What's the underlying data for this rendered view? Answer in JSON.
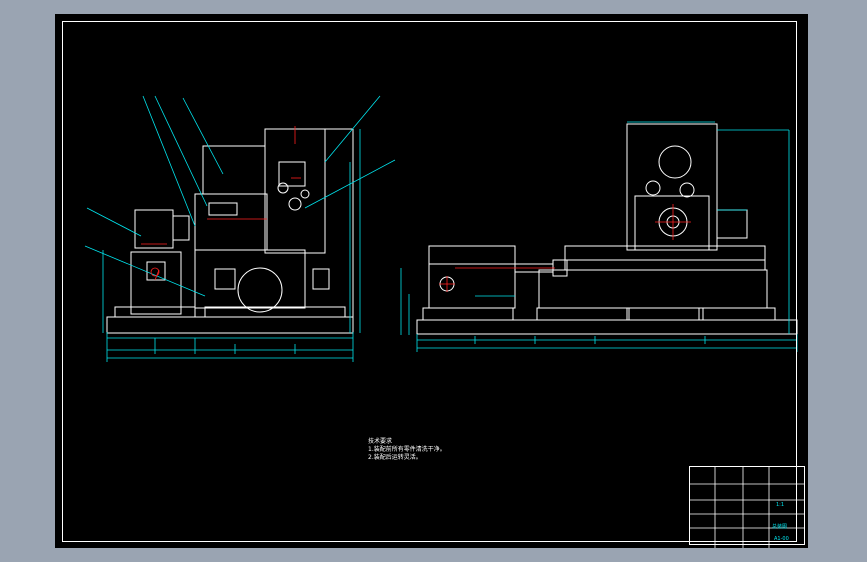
{
  "viewport": {
    "background": "#000000",
    "line_color": "#ffffff",
    "dim_color": "#00e5ee",
    "center_color": "#ff2020",
    "accent_color": "#ffff00"
  },
  "notes": {
    "heading": "技术要求",
    "line1": "1.装配前所有零件清洗干净。",
    "line2": "2.装配后运转灵活。"
  },
  "title_block": {
    "name": "总装图",
    "sheet": "1:1",
    "drawing_no": "A1-00"
  }
}
